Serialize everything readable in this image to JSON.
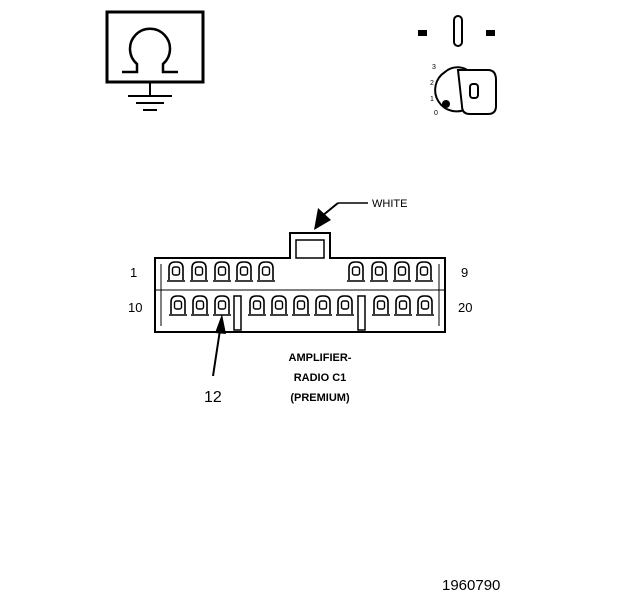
{
  "ground_symbol": {
    "icon": "ground-symbol-icon"
  },
  "ignition_symbol": {
    "icon": "ignition-key-icon",
    "positions": [
      "3",
      "2",
      "1",
      "0"
    ]
  },
  "connector": {
    "color_label": "WHITE",
    "pin_start_top": "1",
    "pin_end_top": "9",
    "pin_start_bottom": "10",
    "pin_end_bottom": "20",
    "highlighted_pin": "12",
    "name_line1": "AMPLIFIER-",
    "name_line2": "RADIO C1",
    "name_line3": "(PREMIUM)",
    "top_row_count": 9,
    "bottom_row_count": 11
  },
  "figure_number": "1960790"
}
